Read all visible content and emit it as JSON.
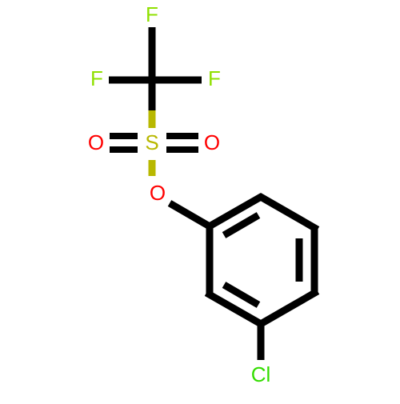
{
  "molecule": {
    "atoms": {
      "f_top": {
        "symbol": "F",
        "color": "#8fe000"
      },
      "f_left": {
        "symbol": "F",
        "color": "#8fe000"
      },
      "f_right": {
        "symbol": "F",
        "color": "#8fe000"
      },
      "s": {
        "symbol": "S",
        "color": "#b8b800"
      },
      "o_left": {
        "symbol": "O",
        "color": "#ff0000"
      },
      "o_right": {
        "symbol": "O",
        "color": "#ff0000"
      },
      "o_ester": {
        "symbol": "O",
        "color": "#ff0000"
      },
      "cl": {
        "symbol": "Cl",
        "color": "#33dd00"
      }
    },
    "bond_color": "#000000"
  }
}
